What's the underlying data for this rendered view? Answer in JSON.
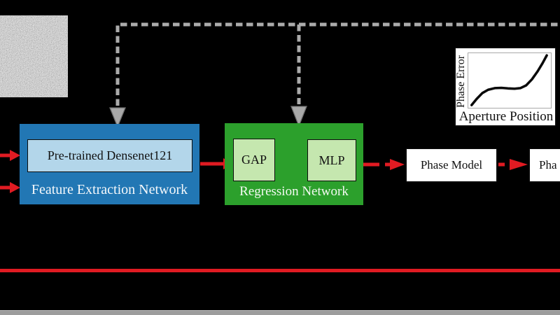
{
  "colors": {
    "background": "#000000",
    "blue": "#2277b4",
    "light_blue": "#b3d6ea",
    "green": "#2ca02c",
    "light_green": "#c5e7af",
    "red": "#e01b22",
    "gray_dash": "#ababab",
    "taskbar_gray": "#9c9c9c",
    "white": "#ffffff"
  },
  "figure": {
    "input_image": "speckle-noise-pattern",
    "feature_network": {
      "title": "Feature Extraction Network",
      "block": "Pre-trained Densenet121"
    },
    "regression_network": {
      "title": "Regression Network",
      "gap": "GAP",
      "mlp": "MLP"
    },
    "phase_model": {
      "label": "Phase Model"
    },
    "clipped_output": {
      "label": "Pha"
    }
  },
  "chart_data": {
    "type": "line",
    "title": "",
    "xlabel": "Aperture Position",
    "ylabel": "Phase Error",
    "tick_labels": "none",
    "grid": false,
    "legend": "none",
    "points": [
      [
        0.04,
        0.05
      ],
      [
        0.1,
        0.16
      ],
      [
        0.17,
        0.27
      ],
      [
        0.24,
        0.33
      ],
      [
        0.32,
        0.36
      ],
      [
        0.4,
        0.365
      ],
      [
        0.48,
        0.355
      ],
      [
        0.56,
        0.35
      ],
      [
        0.63,
        0.36
      ],
      [
        0.7,
        0.41
      ],
      [
        0.77,
        0.52
      ],
      [
        0.84,
        0.67
      ],
      [
        0.9,
        0.82
      ],
      [
        0.95,
        0.96
      ]
    ]
  }
}
